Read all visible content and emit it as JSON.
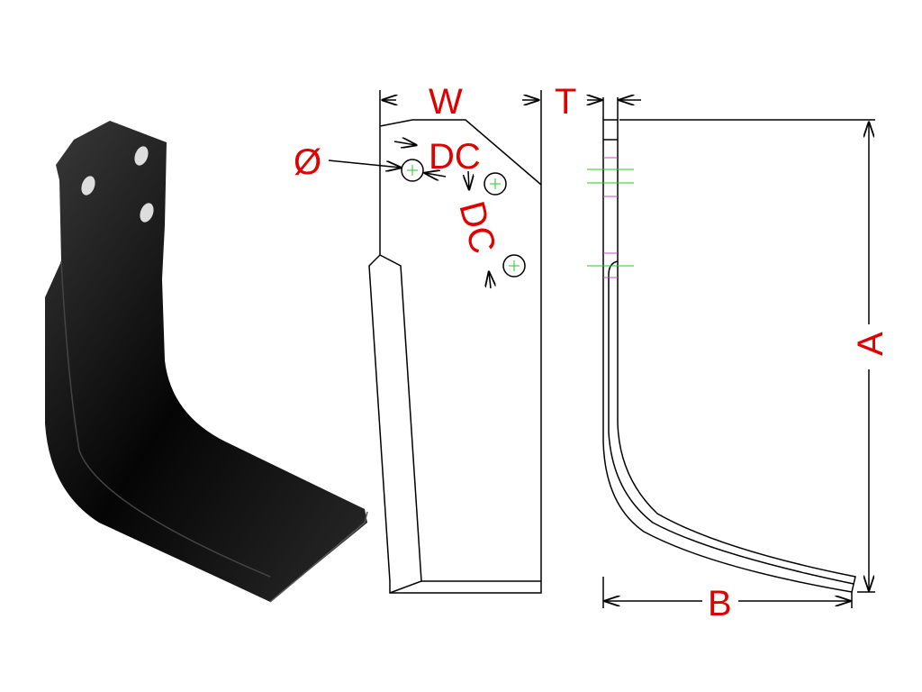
{
  "labels": {
    "width": "W",
    "thickness": "T",
    "diameter": "Ø",
    "hole_spacing_1": "DC",
    "hole_spacing_2": "DC",
    "height": "A",
    "depth": "B"
  },
  "colors": {
    "label": "#e00000",
    "centerline": "#22cc22",
    "hidden": "#cc44cc"
  }
}
